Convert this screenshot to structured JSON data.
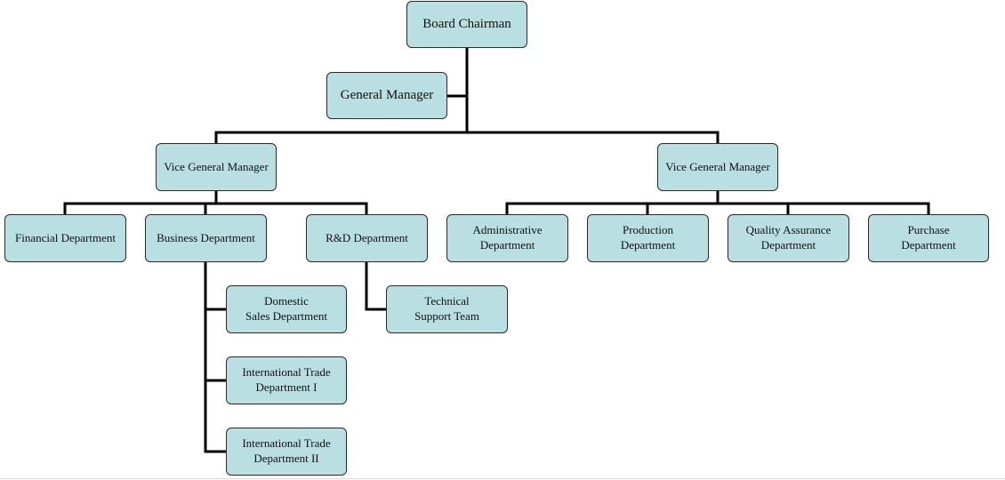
{
  "diagram": {
    "board_chairman": {
      "label": "Board Chairman"
    },
    "general_manager": {
      "label": "General Manager"
    },
    "vice_general_manager_left": {
      "label": "Vice General Manager"
    },
    "vice_general_manager_right": {
      "label": "Vice General Manager"
    },
    "departments": {
      "financial": {
        "label": "Financial Department"
      },
      "business": {
        "label": "Business Department"
      },
      "rnd": {
        "label": "R&D Department"
      },
      "administrative": {
        "line1": "Administrative",
        "line2": "Department"
      },
      "production": {
        "line1": "Production",
        "line2": "Department"
      },
      "quality_assurance": {
        "line1": "Quality Assurance",
        "line2": "Department"
      },
      "purchase": {
        "line1": "Purchase",
        "line2": "Department"
      }
    },
    "subunits": {
      "domestic_sales": {
        "line1": "Domestic",
        "line2": "Sales Department"
      },
      "international_trade_1": {
        "line1": "International Trade",
        "line2": "Department I"
      },
      "international_trade_2": {
        "line1": "International Trade",
        "line2": "Department II"
      },
      "technical_support": {
        "line1": "Technical",
        "line2": "Support Team"
      }
    },
    "colors": {
      "node_fill": "#b9dfe2",
      "node_border": "#2b2b2b",
      "connector": "#000000",
      "text": "#111111"
    }
  }
}
